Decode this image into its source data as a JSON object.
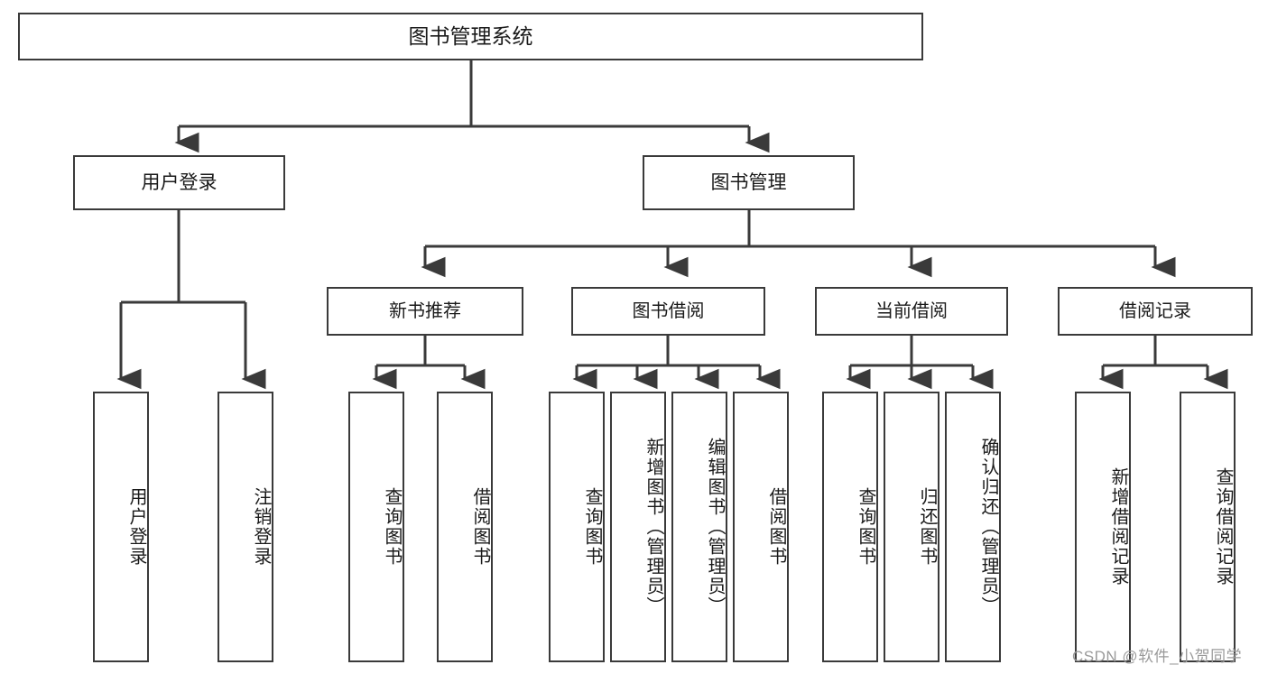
{
  "diagram": {
    "title": "图书管理系统",
    "type": "hierarchy-tree",
    "root": {
      "label": "图书管理系统"
    },
    "level2": [
      {
        "label": "用户登录"
      },
      {
        "label": "图书管理"
      }
    ],
    "level3": [
      {
        "label": "新书推荐"
      },
      {
        "label": "图书借阅"
      },
      {
        "label": "当前借阅"
      },
      {
        "label": "借阅记录"
      }
    ],
    "leaves": {
      "user_login": [
        {
          "label": "用户登录"
        },
        {
          "label": "注销登录"
        }
      ],
      "new_book_recommend": [
        {
          "label": "查询图书"
        },
        {
          "label": "借阅图书"
        }
      ],
      "book_borrow": [
        {
          "label": "查询图书"
        },
        {
          "label": "新增图书（管理员）"
        },
        {
          "label": "编辑图书（管理员）"
        },
        {
          "label": "借阅图书"
        }
      ],
      "current_borrow": [
        {
          "label": "查询图书"
        },
        {
          "label": "归还图书"
        },
        {
          "label": "确认归还（管理员）"
        }
      ],
      "borrow_records": [
        {
          "label": "新增借阅记录"
        },
        {
          "label": "查询借阅记录"
        }
      ]
    },
    "colors": {
      "stroke": "#3a3a3a",
      "text": "#1a1a1a",
      "background": "#ffffff",
      "watermark": "#9a9a9a"
    }
  },
  "watermark": {
    "text": "CSDN @软件_小贺同学"
  }
}
